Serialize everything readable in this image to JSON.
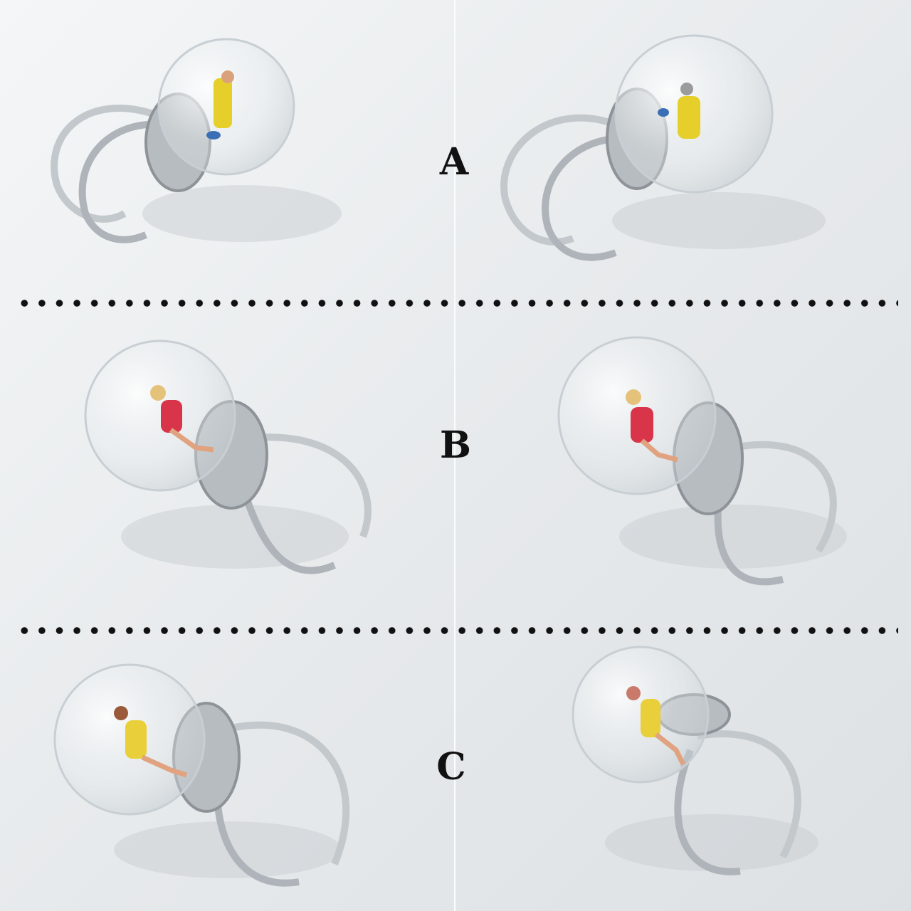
{
  "variants": [
    {
      "label": "A",
      "figure_swimsuit": "#e6cf2a",
      "figure_hair": "#b08a58"
    },
    {
      "label": "B",
      "figure_swimsuit": "#d8354a",
      "figure_hair": "#e5c27a"
    },
    {
      "label": "C",
      "figure_swimsuit": "#e9cf3a",
      "figure_hair": "#9a5a3a"
    }
  ],
  "colors": {
    "background": "#e9eced",
    "metal": "#c9cdd1",
    "divider": "#111111"
  }
}
